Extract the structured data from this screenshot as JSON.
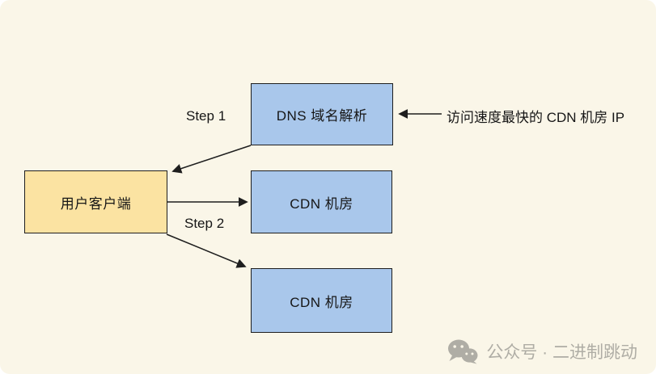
{
  "colors": {
    "background": "#FAF6E8",
    "box_blue": "#A9C7EB",
    "box_yellow": "#FBE3A2",
    "stroke": "#1E1E1E",
    "watermark_gray": "#AFADA5"
  },
  "nodes": [
    {
      "id": "dns",
      "label": "DNS 域名解析",
      "fill": "blue"
    },
    {
      "id": "user-client",
      "label": "用户客户端",
      "fill": "yellow"
    },
    {
      "id": "cdn-room-1",
      "label": "CDN 机房",
      "fill": "blue"
    },
    {
      "id": "cdn-room-2",
      "label": "CDN 机房",
      "fill": "blue"
    }
  ],
  "annotations": {
    "step1": "Step 1",
    "step2": "Step 2",
    "fastest_ip": "访问速度最快的 CDN 机房 IP"
  },
  "edges": [
    {
      "from": "dns",
      "to": "user-client",
      "label": "Step 1",
      "direction": "arrow-at-user-client"
    },
    {
      "from": "user-client",
      "to": "cdn-room-1",
      "label": "Step 2",
      "direction": "arrow-at-cdn-room-1"
    },
    {
      "from": "user-client",
      "to": "cdn-room-2",
      "label": "Step 2",
      "direction": "arrow-at-cdn-room-2"
    },
    {
      "from": "fastest_ip_text",
      "to": "dns",
      "direction": "arrow-at-dns"
    }
  ],
  "watermark": {
    "icon": "wechat-icon",
    "text": "公众号 · 二进制跳动"
  }
}
